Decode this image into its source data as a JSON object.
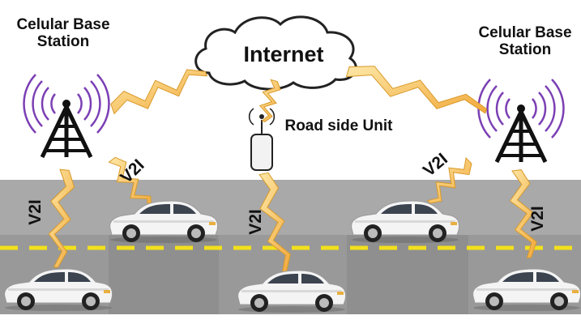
{
  "diagram": {
    "labels": {
      "base_station_left": "Celular Base Station",
      "base_station_right": "Celular Base Station",
      "internet": "Internet",
      "road_side_unit": "Road side Unit"
    },
    "links": [
      "V2I",
      "V2I",
      "V2I",
      "V2I",
      "V2I"
    ]
  },
  "colors": {
    "road": "#a9a9a9",
    "road_dark": "#999999",
    "lane_marking": "#f2e01c",
    "lightning": "#f7c04a",
    "signal_waves": "#7b3fb4",
    "tower": "#111111",
    "car_body": "#f4f4f4"
  }
}
